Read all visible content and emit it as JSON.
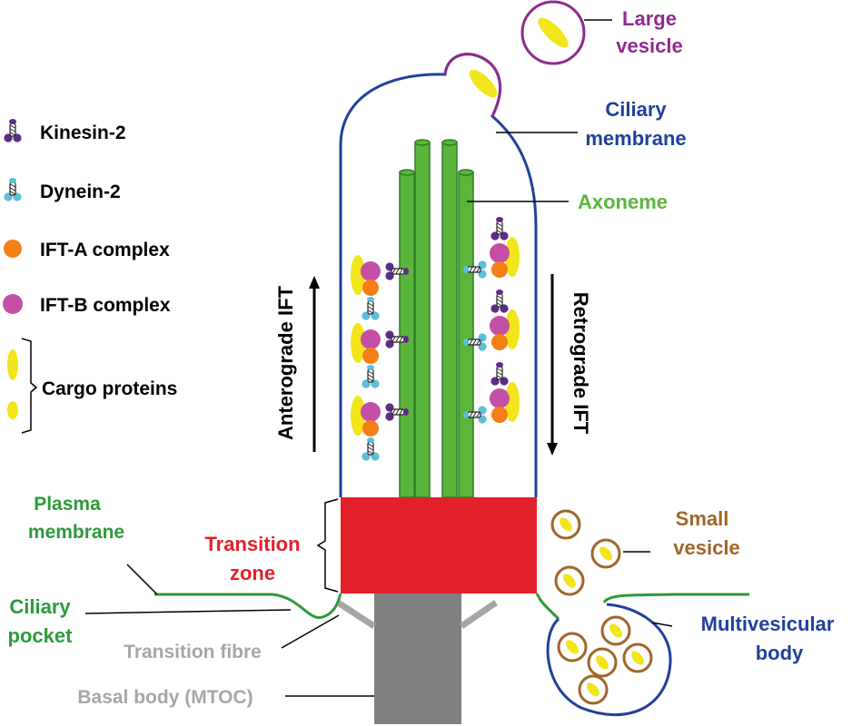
{
  "legend": {
    "kinesin": "Kinesin-2",
    "dynein": "Dynein-2",
    "ifta": "IFT-A complex",
    "iftb": "IFT-B complex",
    "cargo": "Cargo proteins"
  },
  "labels": {
    "large_vesicle_1": "Large",
    "large_vesicle_2": "vesicle",
    "ciliary_membrane_1": "Ciliary",
    "ciliary_membrane_2": "membrane",
    "axoneme": "Axoneme",
    "anterograde": "Anterograde IFT",
    "retrograde": "Retrograde IFT",
    "plasma_membrane_1": "Plasma",
    "plasma_membrane_2": "membrane",
    "transition_zone_1": "Transition",
    "transition_zone_2": "zone",
    "small_vesicle_1": "Small",
    "small_vesicle_2": "vesicle",
    "ciliary_pocket_1": "Ciliary",
    "ciliary_pocket_2": "pocket",
    "transition_fibre": "Transition fibre",
    "multivesicular_1": "Multivesicular",
    "multivesicular_2": "body",
    "basal_body": "Basal body (MTOC)"
  },
  "colors": {
    "membrane_blue": "#21409a",
    "vesicle_purple": "#8e2b8e",
    "axoneme_green": "#5bb53b",
    "plasma_green": "#2e9a3a",
    "transition_red": "#e3212a",
    "basal_gray": "#808080",
    "fibre_gray": "#a6a6a6",
    "small_vesicle_brown": "#a0662a",
    "cargo_yellow": "#f2e51b",
    "ifta_orange": "#f57f17",
    "iftb_pink": "#c44fa6",
    "kinesin_purple": "#5b2d86",
    "dynein_cyan": "#5bbfd8"
  }
}
